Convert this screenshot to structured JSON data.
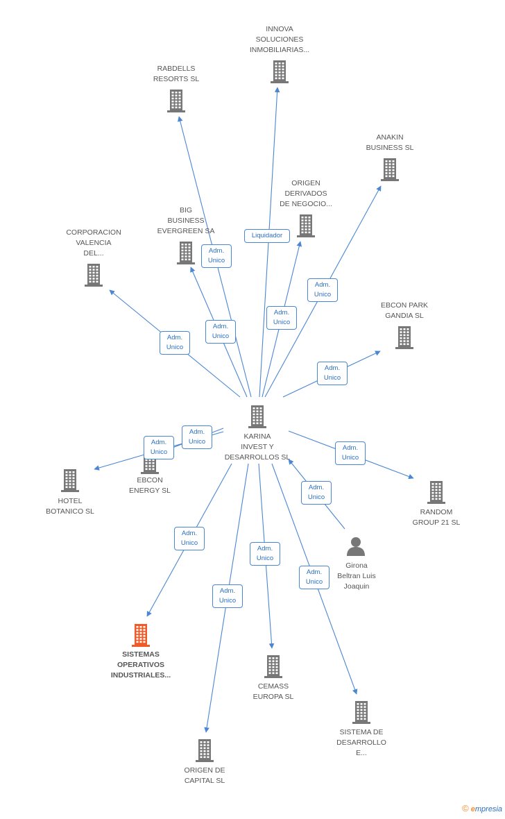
{
  "colors": {
    "edge": "#4a86d4",
    "building": "#777777",
    "highlight": "#f05a28",
    "person": "#777777"
  },
  "center": {
    "id": "karina",
    "label": "KARINA\nINVEST Y\nDESARROLLOS SL"
  },
  "nodes": [
    {
      "id": "innova",
      "label": "INNOVA\nSOLUCIONES\nINMOBILIARIAS...",
      "type": "company"
    },
    {
      "id": "rabdells",
      "label": "RABDELLS\nRESORTS SL",
      "type": "company"
    },
    {
      "id": "anakin",
      "label": "ANAKIN\nBUSINESS SL",
      "type": "company"
    },
    {
      "id": "origen_derivados",
      "label": "ORIGEN\nDERIVADOS\nDE NEGOCIO...",
      "type": "company"
    },
    {
      "id": "big_business",
      "label": "BIG\nBUSINESS\nEVERGREEN SA",
      "type": "company"
    },
    {
      "id": "corporacion",
      "label": "CORPORACION\nVALENCIA\nDEL...",
      "type": "company"
    },
    {
      "id": "ebcon_park",
      "label": "EBCON PARK\nGANDIA SL",
      "type": "company"
    },
    {
      "id": "ebcon_energy",
      "label": "EBCON\nENERGY SL",
      "type": "company"
    },
    {
      "id": "hotel",
      "label": "HOTEL\nBOTANICO SL",
      "type": "company"
    },
    {
      "id": "random",
      "label": "RANDOM\nGROUP 21 SL",
      "type": "company"
    },
    {
      "id": "girona",
      "label": "Girona\nBeltran Luis\nJoaquin",
      "type": "person"
    },
    {
      "id": "sistemas",
      "label": "SISTEMAS\nOPERATIVOS\nINDUSTRIALES...",
      "type": "company",
      "highlight": true
    },
    {
      "id": "cemass",
      "label": "CEMASS\nEUROPA SL",
      "type": "company"
    },
    {
      "id": "sistema_desarrollo",
      "label": "SISTEMA DE\nDESARROLLO\nE...",
      "type": "company"
    },
    {
      "id": "origen_capital",
      "label": "ORIGEN DE\nCAPITAL SL",
      "type": "company"
    }
  ],
  "edges": [
    {
      "from": "karina",
      "to": "innova",
      "label": "Liquidador"
    },
    {
      "from": "karina",
      "to": "rabdells",
      "label": "Adm.\nUnico"
    },
    {
      "from": "karina",
      "to": "anakin",
      "label": "Adm.\nUnico"
    },
    {
      "from": "karina",
      "to": "origen_derivados",
      "label": "Adm.\nUnico"
    },
    {
      "from": "karina",
      "to": "big_business",
      "label": "Adm.\nUnico"
    },
    {
      "from": "karina",
      "to": "corporacion",
      "label": "Adm.\nUnico"
    },
    {
      "from": "karina",
      "to": "ebcon_park",
      "label": "Adm.\nUnico"
    },
    {
      "from": "karina",
      "to": "ebcon_energy",
      "label": "Adm.\nUnico"
    },
    {
      "from": "karina",
      "to": "hotel",
      "label": "Adm.\nUnico"
    },
    {
      "from": "karina",
      "to": "random",
      "label": "Adm.\nUnico"
    },
    {
      "from": "girona",
      "to": "karina",
      "label": "Adm.\nUnico"
    },
    {
      "from": "karina",
      "to": "sistemas",
      "label": "Adm.\nUnico"
    },
    {
      "from": "karina",
      "to": "cemass",
      "label": "Adm.\nUnico"
    },
    {
      "from": "karina",
      "to": "sistema_desarrollo",
      "label": "Adm.\nUnico"
    },
    {
      "from": "karina",
      "to": "origen_capital",
      "label": "Adm.\nUnico"
    }
  ],
  "footer": {
    "copyright": "©",
    "brand_e": "e",
    "brand_rest": "mpresia"
  }
}
